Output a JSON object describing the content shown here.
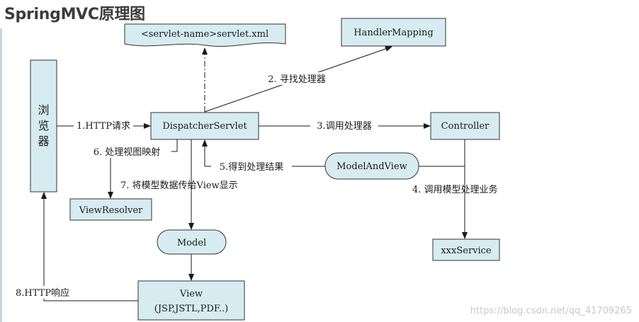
{
  "title": "SpringMVC原理图",
  "nodes": {
    "browser": "浏览器",
    "servlet_xml": "<servlet-name>servlet.xml",
    "handler_mapping": "HandlerMapping",
    "dispatcher": "DispatcherServlet",
    "controller": "Controller",
    "model_and_view": "ModelAndView",
    "view_resolver": "ViewResolver",
    "model": "Model",
    "view_line1": "View",
    "view_line2": "(JSP,JSTL,PDF..)",
    "service": "xxxService"
  },
  "edges": {
    "step1": "1.HTTP请求",
    "step2": "2. 寻找处理器",
    "step3": "3.调用处理器",
    "step4": "4. 调用模型处理业务",
    "step5": "5.得到处理结果",
    "step6": "6. 处理视图映射",
    "step7": "7. 将模型数据传给View显示",
    "step8": "8.HTTP响应"
  },
  "watermark": "https://blog.csdn.net/qq_41709265"
}
